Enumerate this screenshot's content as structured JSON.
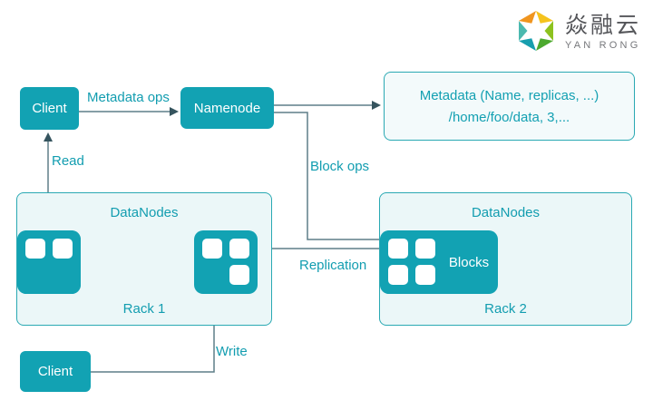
{
  "logo": {
    "zh": "焱融云",
    "en": "YAN RONG"
  },
  "boxes": {
    "client_top": "Client",
    "namenode": "Namenode",
    "client_bottom": "Client"
  },
  "metadata_box": {
    "line1": "Metadata (Name, replicas, ...)",
    "line2": "/home/foo/data, 3,..."
  },
  "flow_labels": {
    "metadata_ops": "Metadata ops",
    "read": "Read",
    "block_ops": "Block ops",
    "replication": "Replication",
    "write": "Write"
  },
  "racks": [
    {
      "title": "DataNodes",
      "name": "Rack 1",
      "nodes": [
        {
          "blocks": [
            "tl",
            "tr",
            "br"
          ]
        },
        {
          "blocks": [
            "tl",
            "bl"
          ]
        },
        {
          "blocks": [
            "tl",
            "tr"
          ]
        }
      ]
    },
    {
      "title": "DataNodes",
      "name": "Rack 2",
      "nodes": [
        {
          "blocks": [
            "tl",
            "tr",
            "bl"
          ]
        },
        {
          "blocks": [
            "tl",
            "tr",
            "bl",
            "br"
          ],
          "wide": true,
          "label": "Blocks"
        }
      ]
    }
  ],
  "colors": {
    "teal": "#12a2b3",
    "rack_bg": "#ebf7f8",
    "border_teal": "#2aa9b3",
    "label_teal": "#129db0",
    "line": "#5f7e88",
    "arrow_head": "#35545e",
    "logo_orange": "#f0951f",
    "logo_yellow": "#f5c31d",
    "logo_light_green": "#8dc21f",
    "logo_green": "#4ca92f",
    "logo_dark_teal": "#189eae",
    "logo_light_teal": "#4bb9af"
  }
}
